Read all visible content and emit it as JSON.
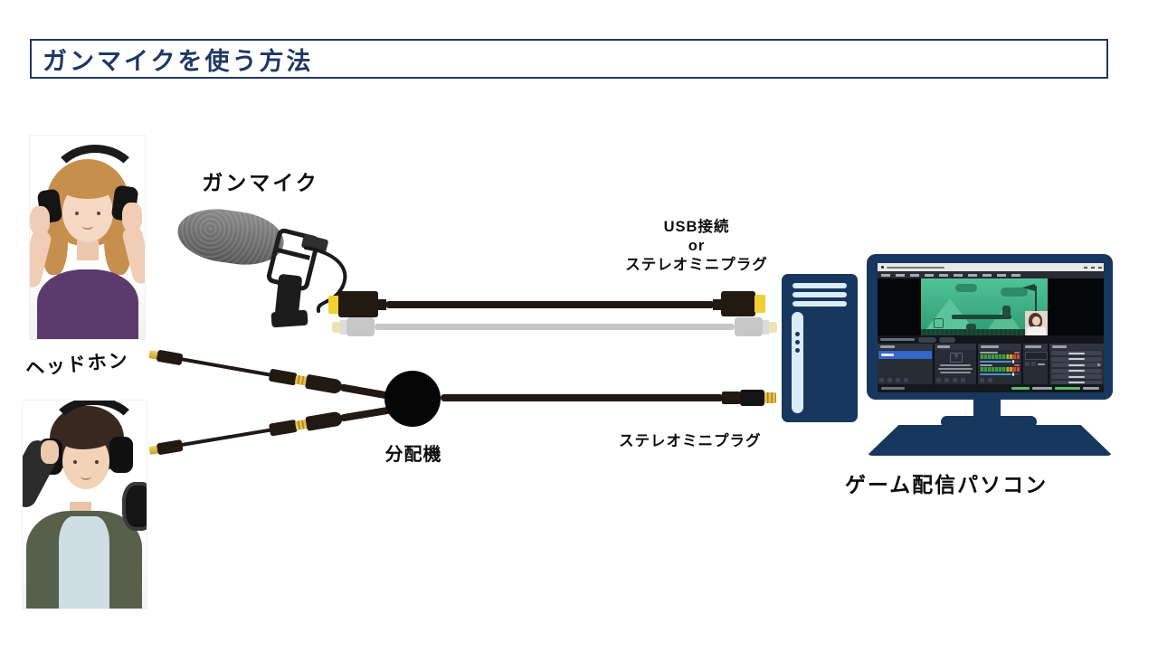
{
  "title": "ガンマイクを使う方法",
  "labels": {
    "mic": "ガンマイク",
    "headphones": "ヘッドホン",
    "splitter": "分配機",
    "pc": "ゲーム配信パソコン",
    "usb_line1": "USB接続",
    "usb_line2": "or",
    "usb_line3": "ステレオミニプラグ",
    "stereo_mini": "ステレオミニプラグ"
  },
  "icons": {
    "question": "?"
  },
  "colors": {
    "navy_accent": "#1f3864",
    "device_navy": "#17375e",
    "connector_yellow": "#f1d033",
    "plug_gold": "#caa12c",
    "cable_black": "#221912",
    "cable_gray": "#c7c7c7",
    "obs_panel": "#262b35",
    "obs_selected_blue": "#3566ca",
    "meter_green": "#3f9d43",
    "game_teal": "#3fae83"
  }
}
